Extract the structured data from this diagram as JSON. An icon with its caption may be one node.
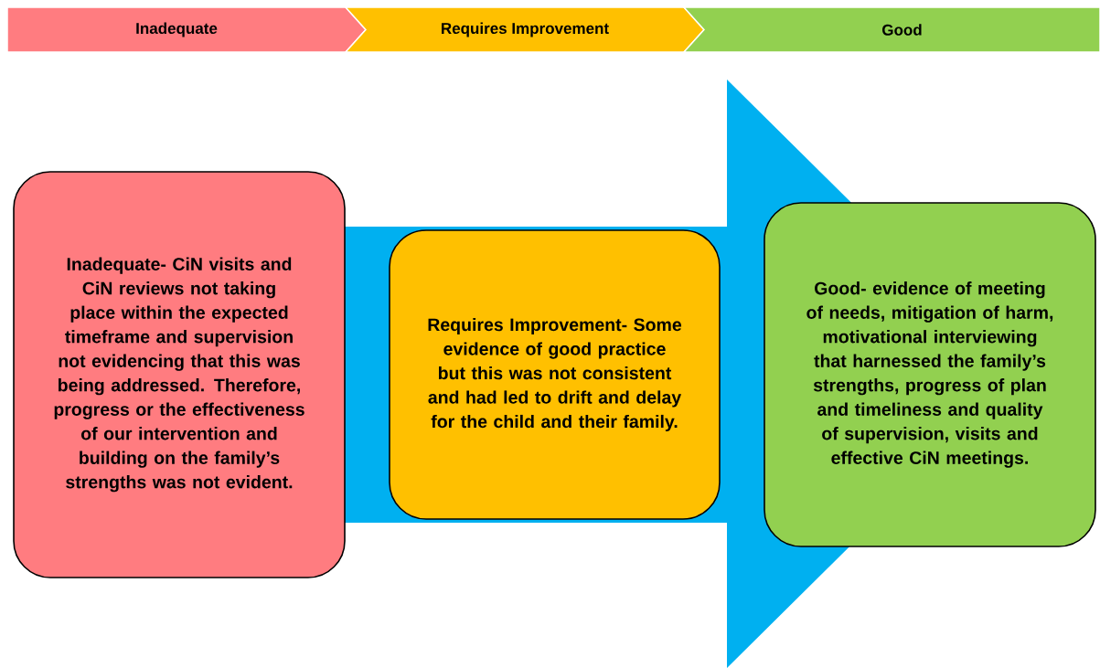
{
  "diagram": {
    "nodes": [
      {
        "text": [
          "Inadequate"
        ]
      },
      {
        "text": [
          "Requires Improvement"
        ]
      },
      {
        "text": [
          "Good"
        ]
      },
      {
        "text": [
          "Inadequate- CiN visits and CiN reviews not taking place within the expected timeframe and supervision not evidencing that this was being addressed. Therefore, progress or the effectiveness of our intervention and building on the family’s strengths was not evident."
        ]
      },
      {
        "text": [
          "Requires Improvement- Some evidence of good practice but this was not consistent and had led to drift and delay for the child and their family."
        ]
      },
      {
        "text": [
          "Good- evidence of meeting of needs, mitigation of harm, motivational interviewing that harnessed the family’s strengths, progress of plan and timeliness and quality of supervision, visits and effective CiN meetings."
        ]
      }
    ],
    "edges": [
      {
        "from": 3,
        "to": 5,
        "arrow": "to"
      }
    ]
  }
}
